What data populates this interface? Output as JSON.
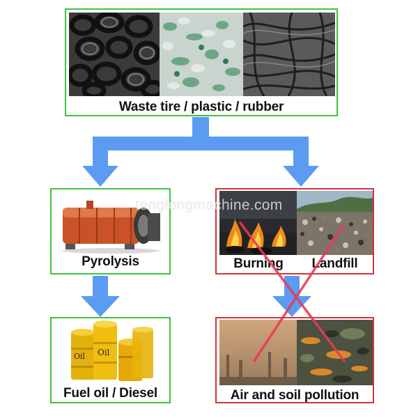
{
  "nodes": {
    "source": {
      "label": "Waste tire / plastic / rubber"
    },
    "pyrolysis": {
      "label": "Pyrolysis"
    },
    "burning": {
      "label": "Burning"
    },
    "landfill": {
      "label": "Landfill"
    },
    "fuel": {
      "label": "Fuel oil / Diesel"
    },
    "pollution": {
      "label": "Air and soil pollution"
    }
  },
  "barrel_labels": {
    "oil_a": "Oil",
    "oil_b": "Oil"
  },
  "watermark": "tenglongmachine.com",
  "colors": {
    "good_border": "#3cc43c",
    "bad_border": "#d9303a",
    "arrow": "#5b9cf2",
    "cross": "#e83a55"
  }
}
